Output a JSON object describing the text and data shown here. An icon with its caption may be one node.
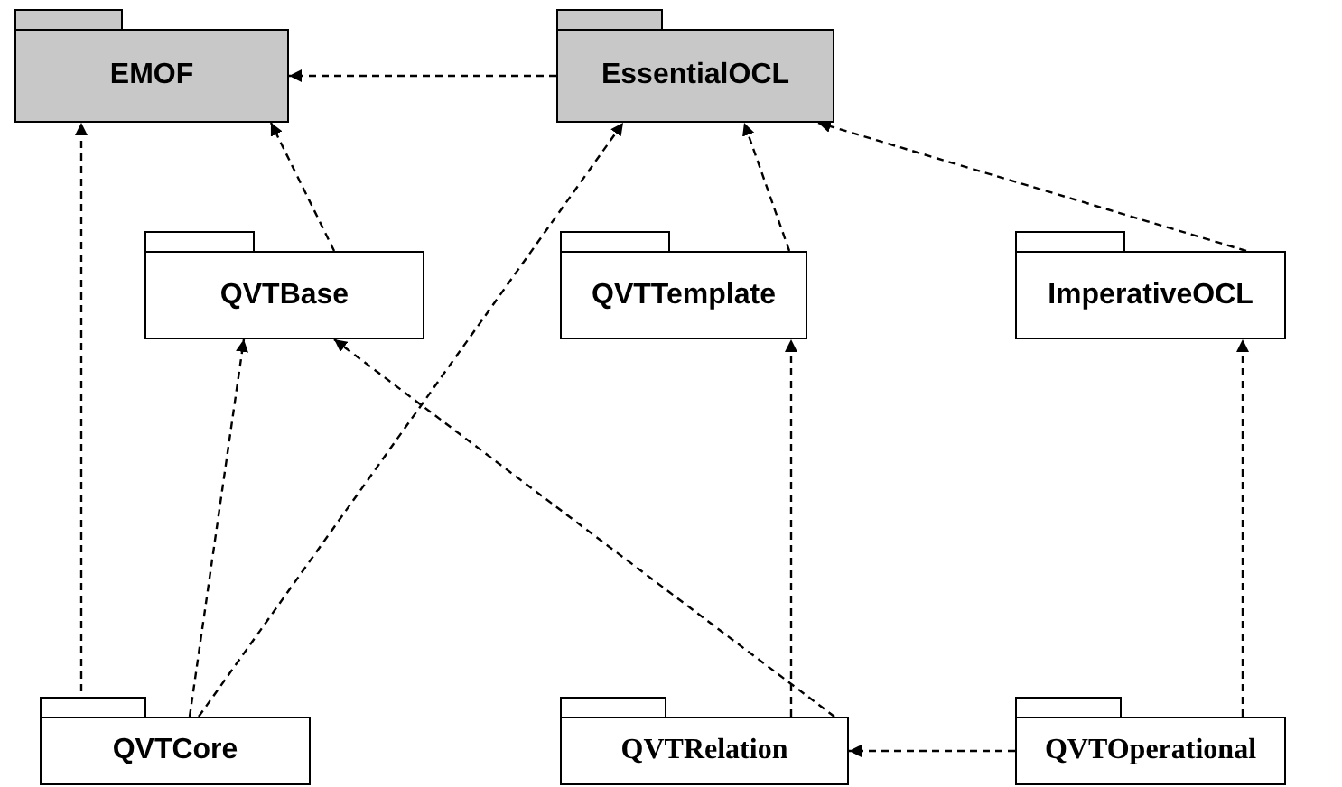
{
  "diagram": {
    "nodes": [
      {
        "text": [
          "EMOF"
        ]
      },
      {
        "text": [
          "EssentialOCL"
        ]
      },
      {
        "text": [
          "QVTBase"
        ]
      },
      {
        "text": [
          "QVTTemplate"
        ]
      },
      {
        "text": [
          "ImperativeOCL"
        ]
      },
      {
        "text": [
          "QVTCore"
        ]
      },
      {
        "text": [
          "QVTRelation"
        ]
      },
      {
        "text": [
          "QVTOperational"
        ]
      }
    ],
    "edges": [
      {
        "from": 1,
        "to": 0,
        "arrow": "to",
        "style": "dashed"
      },
      {
        "from": 2,
        "to": 0,
        "arrow": "to",
        "style": "dashed"
      },
      {
        "from": 3,
        "to": 1,
        "arrow": "to",
        "style": "dashed"
      },
      {
        "from": 4,
        "to": 1,
        "arrow": "to",
        "style": "dashed"
      },
      {
        "from": 5,
        "to": 0,
        "arrow": "to",
        "style": "dashed"
      },
      {
        "from": 5,
        "to": 2,
        "arrow": "to",
        "style": "dashed"
      },
      {
        "from": 5,
        "to": 1,
        "arrow": "to",
        "style": "dashed"
      },
      {
        "from": 6,
        "to": 2,
        "arrow": "to",
        "style": "dashed"
      },
      {
        "from": 6,
        "to": 3,
        "arrow": "to",
        "style": "dashed"
      },
      {
        "from": 7,
        "to": 4,
        "arrow": "to",
        "style": "dashed"
      },
      {
        "from": 7,
        "to": 6,
        "arrow": "to",
        "style": "dashed"
      }
    ]
  }
}
